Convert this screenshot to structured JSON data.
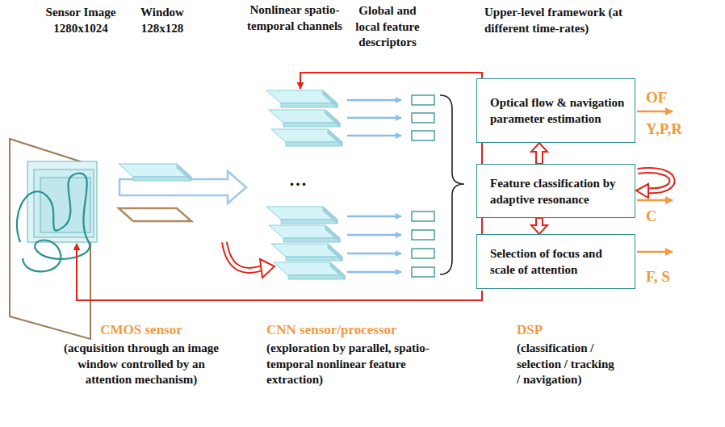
{
  "diagram": {
    "nodes": [
      {
        "text": [
          "Optical flow & navigation parameter estimation"
        ]
      },
      {
        "text": [
          "Feature classification by adaptive resonance"
        ]
      },
      {
        "text": [
          "Selection of focus and scale of attention"
        ]
      }
    ],
    "edges": [
      {
        "from": 1,
        "to": 0,
        "arrow": "to"
      },
      {
        "from": 1,
        "to": 2,
        "arrow": "to"
      }
    ],
    "labels": [
      "Sensor Image 1280x1024",
      "Window 128x128",
      "Nonlinear spatio-temporal channels",
      "Global and local feature descriptors",
      "Upper-level framework (at different time-rates)",
      "OF",
      "Y,P,R",
      "C",
      "F, S",
      "...",
      "CMOS sensor",
      "(acquisition through an image window controlled by an attention mechanism)",
      "CNN sensor/processor",
      "(exploration by parallel, spatio-temporal nonlinear feature extraction)",
      "DSP",
      "(classification / selection / tracking / navigation)"
    ]
  }
}
